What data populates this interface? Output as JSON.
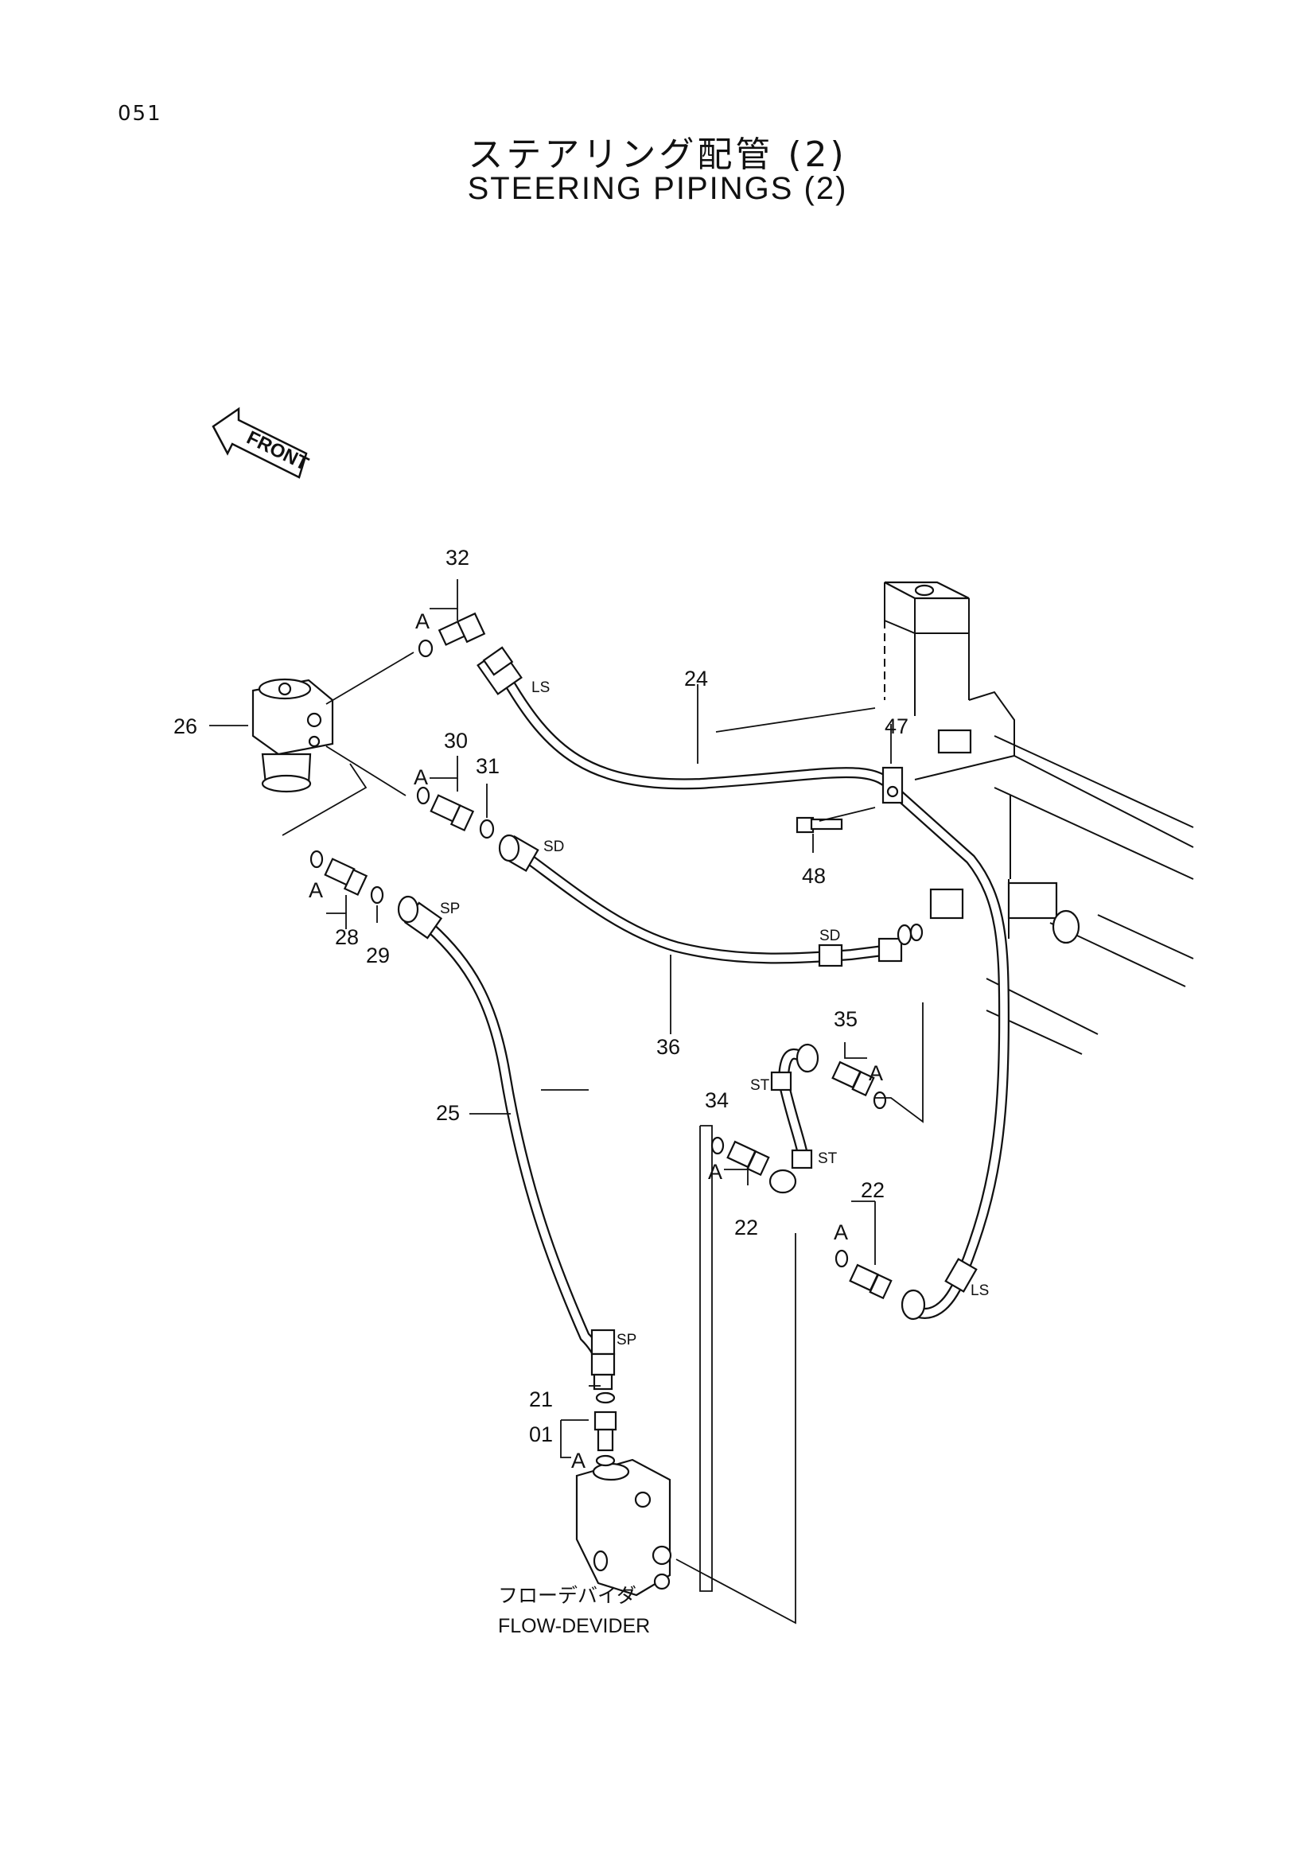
{
  "page_number": "051",
  "title_jp": "ステアリング配管 (2)",
  "title_en": "STEERING PIPINGS (2)",
  "front_arrow_label": "FRONT",
  "part_labels": {
    "p01": "01",
    "p21": "21",
    "p22a": "22",
    "p22b": "22",
    "p24": "24",
    "p25": "25",
    "p26": "26",
    "p28": "28",
    "p29": "29",
    "p30": "30",
    "p31": "31",
    "p32": "32",
    "p34": "34",
    "p35": "35",
    "p36": "36",
    "p47": "47",
    "p48": "48"
  },
  "port_tags": {
    "ls1": "LS",
    "ls2": "LS",
    "sd1": "SD",
    "sd2": "SD",
    "sp1": "SP",
    "sp2": "SP",
    "st1": "ST",
    "st2": "ST"
  },
  "detail_ref": "A",
  "flow_divider": {
    "label_jp": "フローデバイダ",
    "label_en": "FLOW-DEVIDER"
  }
}
